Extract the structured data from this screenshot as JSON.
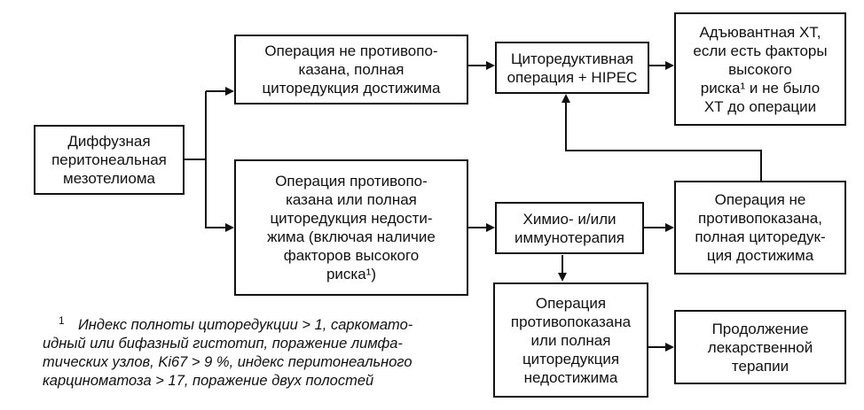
{
  "nodes": {
    "diffuse": "Диффузная\nперитонеальная\nмезотелиома",
    "op_ok_top": "Операция не противопо-\nказана, полная\nциторедукция достижима",
    "op_contra": "Операция противопо-\nказана или полная\nциторедукция недости-\nжима (включая наличие\nфакторов высокого\nриска¹)",
    "cytoreductive": "Циторедуктивная\nоперация + HIPEC",
    "adjuvant": "Адъювантная ХТ,\nесли есть факторы\nвысокого\nриска¹ и не было\nХТ до операции",
    "chemo": "Химио- и/или\nиммунотерапия",
    "op_ok_right": "Операция не\nпротивопоказана,\nполная циторедук-\nция достижима",
    "op_contra_bottom": "Операция\nпротивопоказана\nили полная\nциторедукция\nнедостижима",
    "continue": "Продолжение\nлекарственной\nтерапии"
  },
  "footnote": {
    "marker": "1",
    "text": "Индекс полноты циторедукции > 1, саркомато-\nидный или бифазный гистотип, поражение лимфа-\nтических узлов, Ki67 > 9 %, индекс перитонеального\nкарциноматоза > 17, поражение двух полостей"
  }
}
